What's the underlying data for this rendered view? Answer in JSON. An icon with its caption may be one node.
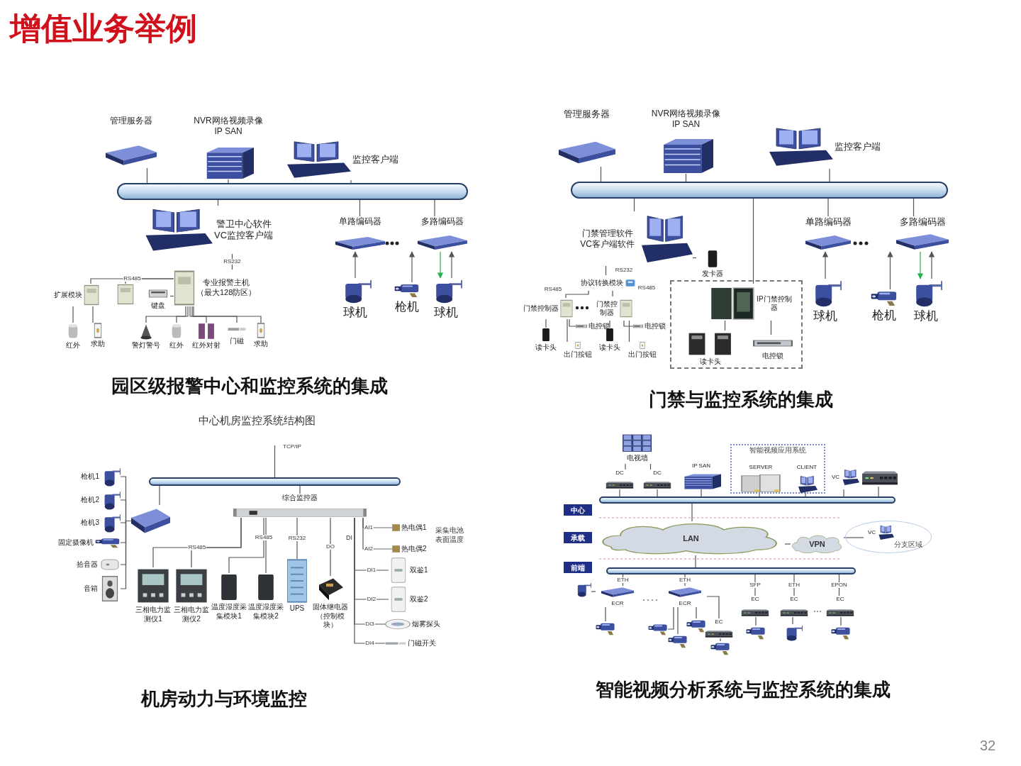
{
  "diagram": {
    "title": "增值业务举例",
    "nodes": [
      {
        "text": [],
        "shape": "bar"
      },
      {
        "text": [
          "管理服务器"
        ]
      },
      {
        "text": [
          "NVR网络视频录像",
          "IP SAN"
        ]
      },
      {
        "text": [
          "监控客户端"
        ]
      },
      {
        "text": [
          "警卫中心软件",
          "VC监控客户端"
        ]
      },
      {
        "text": [
          "专业报警主机",
          "（最大128防区）"
        ]
      },
      {
        "text": [
          "单路编码器"
        ]
      },
      {
        "text": [
          "多路编码器"
        ]
      },
      {
        "text": [
          "球机"
        ]
      },
      {
        "text": [
          "枪机"
        ]
      },
      {
        "text": [
          "球机"
        ]
      },
      {
        "text": [
          "扩展模块"
        ]
      },
      {
        "text": [],
        "shape": "picture"
      },
      {
        "text": [
          "键盘"
        ]
      },
      {
        "text": [
          "红外"
        ]
      },
      {
        "text": [
          "求助"
        ]
      },
      {
        "text": [
          "警灯警号"
        ]
      },
      {
        "text": [
          "红外"
        ]
      },
      {
        "text": [
          "红外对射"
        ]
      },
      {
        "text": [
          "门磁"
        ]
      },
      {
        "text": [
          "求助"
        ]
      },
      {
        "text": [],
        "shape": "bar"
      },
      {
        "text": [
          "管理服务器"
        ]
      },
      {
        "text": [
          "NVR网络视频录像",
          "IP SAN"
        ]
      },
      {
        "text": [
          "监控客户端"
        ]
      },
      {
        "text": [
          "门禁管理软件",
          "VC客户端软件"
        ]
      },
      {
        "text": [
          "发卡器"
        ]
      },
      {
        "text": [
          "协议转换模块"
        ]
      },
      {
        "text": [
          "门禁控制器"
        ]
      },
      {
        "text": [
          "门禁控制器"
        ]
      },
      {
        "text": [
          "电控锁"
        ]
      },
      {
        "text": [
          "电控锁"
        ]
      },
      {
        "text": [
          "读卡头"
        ]
      },
      {
        "text": [
          "出门按钮"
        ]
      },
      {
        "text": [
          "读卡头"
        ]
      },
      {
        "text": [
          "出门按钮"
        ]
      },
      {
        "text": [],
        "shape": "box"
      },
      {
        "text": [
          "IP门禁控制器"
        ],
        "in": 36
      },
      {
        "text": [
          "读卡头"
        ],
        "in": 36
      },
      {
        "text": [
          "电控锁"
        ],
        "in": 36
      },
      {
        "text": [
          "单路编码器"
        ]
      },
      {
        "text": [
          "多路编码器"
        ]
      },
      {
        "text": [
          "球机"
        ]
      },
      {
        "text": [
          "枪机"
        ]
      },
      {
        "text": [
          "球机"
        ]
      },
      {
        "text": [],
        "shape": "bar"
      },
      {
        "text": [],
        "shape": "picture"
      },
      {
        "text": [
          "枪机1"
        ]
      },
      {
        "text": [
          "枪机2"
        ]
      },
      {
        "text": [
          "枪机3"
        ]
      },
      {
        "text": [
          "固定摄像机"
        ]
      },
      {
        "text": [
          "拾音器"
        ]
      },
      {
        "text": [
          "音箱"
        ]
      },
      {
        "text": [
          "综合监控器"
        ]
      },
      {
        "text": [
          "三相电力监测仪1"
        ]
      },
      {
        "text": [
          "三相电力监测仪2"
        ]
      },
      {
        "text": [
          "温度湿度采集模块1"
        ]
      },
      {
        "text": [
          "温度湿度采集模块2"
        ]
      },
      {
        "text": [
          "UPS"
        ]
      },
      {
        "text": [
          "固体继电器（控制模块）"
        ]
      },
      {
        "text": [
          "热电偶1"
        ]
      },
      {
        "text": [
          "热电偶2"
        ]
      },
      {
        "text": [
          "双鉴1"
        ]
      },
      {
        "text": [
          "双鉴2"
        ]
      },
      {
        "text": [
          "烟雾探头"
        ]
      },
      {
        "text": [
          "门磁开关"
        ]
      },
      {
        "text": [
          "中心"
        ]
      },
      {
        "text": [
          "承载"
        ]
      },
      {
        "text": [
          "前端"
        ]
      },
      {
        "text": [],
        "shape": "bar"
      },
      {
        "text": [
          "电视墙"
        ]
      },
      {
        "text": [
          "DC"
        ]
      },
      {
        "text": [
          "DC"
        ]
      },
      {
        "text": [
          "IP SAN"
        ]
      },
      {
        "text": [
          "智能视频应用系统"
        ]
      },
      {
        "text": [
          "SERVER"
        ],
        "in": 74
      },
      {
        "text": [
          "CLIENT"
        ],
        "in": 74
      },
      {
        "text": [
          "VC"
        ]
      },
      {
        "text": [],
        "shape": "picture"
      },
      {
        "text": [
          "LAN"
        ]
      },
      {
        "text": [
          "VPN"
        ]
      },
      {
        "text": [
          "分支区域"
        ]
      },
      {
        "text": [
          "VC"
        ],
        "in": 81
      },
      {
        "text": [],
        "shape": "bar"
      },
      {
        "text": [
          "ECR"
        ]
      },
      {
        "text": [
          "ECR"
        ]
      },
      {
        "text": [
          "EC"
        ]
      },
      {
        "text": [
          "EC"
        ]
      },
      {
        "text": [
          "EC"
        ]
      },
      {
        "text": [
          "EC"
        ]
      },
      {
        "text": [],
        "shape": "picture"
      },
      {
        "text": [],
        "shape": "picture"
      },
      {
        "text": [],
        "shape": "picture"
      },
      {
        "text": [],
        "shape": "picture"
      },
      {
        "text": [],
        "shape": "picture"
      },
      {
        "text": [],
        "shape": "picture"
      },
      {
        "text": [],
        "shape": "picture"
      },
      {
        "text": [],
        "shape": "picture"
      },
      {
        "text": [],
        "shape": "picture"
      }
    ],
    "edges": [
      {
        "from": 1,
        "to": 0,
        "arrow": "none"
      },
      {
        "from": 2,
        "to": 0,
        "arrow": "none"
      },
      {
        "from": 3,
        "to": 0,
        "arrow": "none"
      },
      {
        "from": 0,
        "to": 4,
        "arrow": "none"
      },
      {
        "from": 0,
        "to": 6,
        "arrow": "none"
      },
      {
        "from": 0,
        "to": 7,
        "arrow": "none"
      },
      {
        "from": 4,
        "to": 5,
        "arrow": "none",
        "label": "RS232"
      },
      {
        "from": 5,
        "to": 11,
        "arrow": "none",
        "label": "RS485"
      },
      {
        "from": 5,
        "to": 12,
        "arrow": "none"
      },
      {
        "from": 13,
        "to": 5,
        "arrow": "none"
      },
      {
        "from": 11,
        "to": 14,
        "arrow": "none"
      },
      {
        "from": 11,
        "to": 15,
        "arrow": "none"
      },
      {
        "from": 5,
        "to": 16,
        "arrow": "none"
      },
      {
        "from": 5,
        "to": 17,
        "arrow": "none"
      },
      {
        "from": 5,
        "to": 18,
        "arrow": "none"
      },
      {
        "from": 5,
        "to": 19,
        "arrow": "none"
      },
      {
        "from": 5,
        "to": 20,
        "arrow": "none"
      },
      {
        "from": 8,
        "to": 6,
        "arrow": "to"
      },
      {
        "from": 9,
        "to": 7,
        "arrow": "to"
      },
      {
        "from": 10,
        "to": 7,
        "arrow": "to"
      },
      {
        "from": 7,
        "to": 10,
        "arrow": "to",
        "color": "#22b14c"
      },
      {
        "from": 22,
        "to": 21,
        "arrow": "none"
      },
      {
        "from": 23,
        "to": 21,
        "arrow": "none"
      },
      {
        "from": 24,
        "to": 21,
        "arrow": "none"
      },
      {
        "from": 21,
        "to": 25,
        "arrow": "none"
      },
      {
        "from": 21,
        "to": 37,
        "arrow": "none"
      },
      {
        "from": 21,
        "to": 40,
        "arrow": "none"
      },
      {
        "from": 21,
        "to": 41,
        "arrow": "none"
      },
      {
        "from": 25,
        "to": 26,
        "arrow": "none"
      },
      {
        "from": 25,
        "to": 27,
        "arrow": "none",
        "label": "RS232"
      },
      {
        "from": 27,
        "to": 28,
        "arrow": "none",
        "label": "RS485"
      },
      {
        "from": 27,
        "to": 29,
        "arrow": "none",
        "label": "RS485"
      },
      {
        "from": 28,
        "to": 30,
        "arrow": "none"
      },
      {
        "from": 28,
        "to": 32,
        "arrow": "none"
      },
      {
        "from": 28,
        "to": 33,
        "arrow": "none"
      },
      {
        "from": 29,
        "to": 31,
        "arrow": "none"
      },
      {
        "from": 29,
        "to": 34,
        "arrow": "none"
      },
      {
        "from": 29,
        "to": 35,
        "arrow": "none"
      },
      {
        "from": 37,
        "to": 38,
        "arrow": "none"
      },
      {
        "from": 37,
        "to": 39,
        "arrow": "none"
      },
      {
        "from": 42,
        "to": 40,
        "arrow": "to"
      },
      {
        "from": 43,
        "to": 41,
        "arrow": "to"
      },
      {
        "from": 44,
        "to": 41,
        "arrow": "to"
      },
      {
        "from": 41,
        "to": 44,
        "arrow": "to",
        "color": "#22b14c"
      },
      {
        "from": 45,
        "to": null,
        "arrow": "none",
        "label": "TCP/IP"
      },
      {
        "from": 45,
        "to": 46,
        "arrow": "none"
      },
      {
        "from": 47,
        "to": 46,
        "arrow": "none"
      },
      {
        "from": 48,
        "to": 46,
        "arrow": "none"
      },
      {
        "from": 49,
        "to": 46,
        "arrow": "none"
      },
      {
        "from": 50,
        "to": 46,
        "arrow": "none"
      },
      {
        "from": 51,
        "to": 46,
        "arrow": "none"
      },
      {
        "from": 52,
        "to": 46,
        "arrow": "none"
      },
      {
        "from": 45,
        "to": 53,
        "arrow": "none"
      },
      {
        "from": 53,
        "to": 54,
        "arrow": "none",
        "label": "RS485"
      },
      {
        "from": 53,
        "to": 55,
        "arrow": "none"
      },
      {
        "from": 53,
        "to": 56,
        "arrow": "none",
        "label": "RS485"
      },
      {
        "from": 53,
        "to": 57,
        "arrow": "none"
      },
      {
        "from": 53,
        "to": 58,
        "arrow": "none",
        "label": "RS232"
      },
      {
        "from": 53,
        "to": 59,
        "arrow": "none",
        "label": "DO"
      },
      {
        "from": 53,
        "to": 60,
        "arrow": "none",
        "label": "AI1"
      },
      {
        "from": 53,
        "to": 61,
        "arrow": "none",
        "label": "AI2"
      },
      {
        "from": 53,
        "to": 62,
        "arrow": "none",
        "label": "DI1"
      },
      {
        "from": 53,
        "to": 63,
        "arrow": "none",
        "label": "DI2"
      },
      {
        "from": 53,
        "to": 64,
        "arrow": "none",
        "label": "DI3"
      },
      {
        "from": 53,
        "to": 65,
        "arrow": "none",
        "label": "DI4"
      },
      {
        "from": 70,
        "to": 71,
        "arrow": "none"
      },
      {
        "from": 70,
        "to": 72,
        "arrow": "none"
      },
      {
        "from": 71,
        "to": 69,
        "arrow": "none"
      },
      {
        "from": 72,
        "to": 69,
        "arrow": "none"
      },
      {
        "from": 73,
        "to": 69,
        "arrow": "none"
      },
      {
        "from": 75,
        "to": 69,
        "arrow": "none"
      },
      {
        "from": 76,
        "to": 69,
        "arrow": "none"
      },
      {
        "from": 77,
        "to": 69,
        "arrow": "none"
      },
      {
        "from": 78,
        "to": 69,
        "arrow": "none"
      },
      {
        "from": 69,
        "to": 79,
        "arrow": "none"
      },
      {
        "from": 79,
        "to": 80,
        "arrow": "none"
      },
      {
        "from": 80,
        "to": 82,
        "arrow": "none"
      },
      {
        "from": 79,
        "to": 83,
        "arrow": "none"
      },
      {
        "from": 83,
        "to": 84,
        "arrow": "none",
        "label": "ETH"
      },
      {
        "from": 83,
        "to": 85,
        "arrow": "none",
        "label": "ETH"
      },
      {
        "from": 83,
        "to": 87,
        "arrow": "none",
        "label": "SFP"
      },
      {
        "from": 83,
        "to": 88,
        "arrow": "none",
        "label": "ETH"
      },
      {
        "from": 83,
        "to": 89,
        "arrow": "none",
        "label": "EPON"
      },
      {
        "from": 85,
        "to": 86,
        "arrow": "none"
      },
      {
        "from": 84,
        "to": 90,
        "arrow": "none"
      },
      {
        "from": 84,
        "to": 91,
        "arrow": "none"
      },
      {
        "from": 85,
        "to": 92,
        "arrow": "none"
      },
      {
        "from": 85,
        "to": 93,
        "arrow": "none"
      },
      {
        "from": 85,
        "to": 94,
        "arrow": "none"
      },
      {
        "from": 86,
        "to": 95,
        "arrow": "none"
      },
      {
        "from": 87,
        "to": 96,
        "arrow": "none"
      },
      {
        "from": 88,
        "to": 97,
        "arrow": "none"
      },
      {
        "from": 89,
        "to": 98,
        "arrow": "none"
      }
    ],
    "labels": [
      "园区级报警中心和监控系统的集成",
      "门禁与监控系统的集成",
      "中心机房监控系统结构图",
      "DI",
      "采集电池表面温度",
      "机房动力与环境监控",
      "智能视频分析系统与监控系统的集成",
      "32"
    ]
  }
}
